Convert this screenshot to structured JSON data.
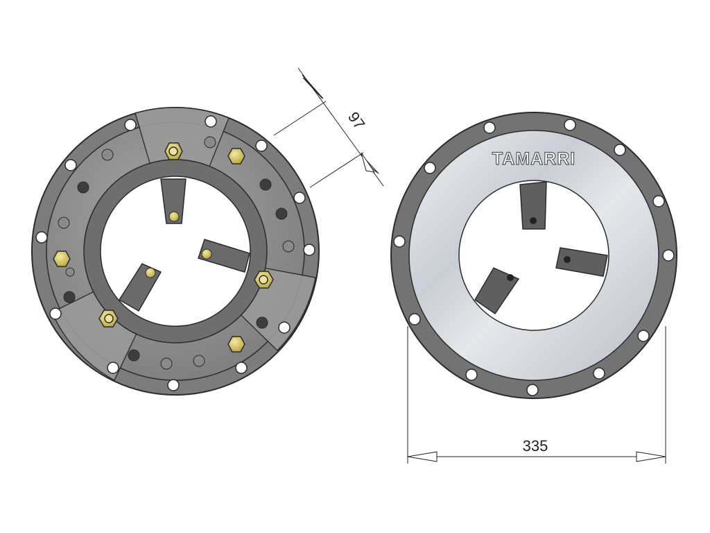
{
  "dimensions": {
    "height_label": "97",
    "diameter_label": "335"
  },
  "brand": {
    "text": "TAMARRI"
  },
  "colors": {
    "casting_dark": "#6f6f6f",
    "casting_mid": "#8e8e8e",
    "casting_light": "#a9a9a9",
    "plate_light": "#d8dde3",
    "bolt_brass": "#d8c86a",
    "hole_dark": "#3a3a3a",
    "outline": "#2b2b2b"
  }
}
